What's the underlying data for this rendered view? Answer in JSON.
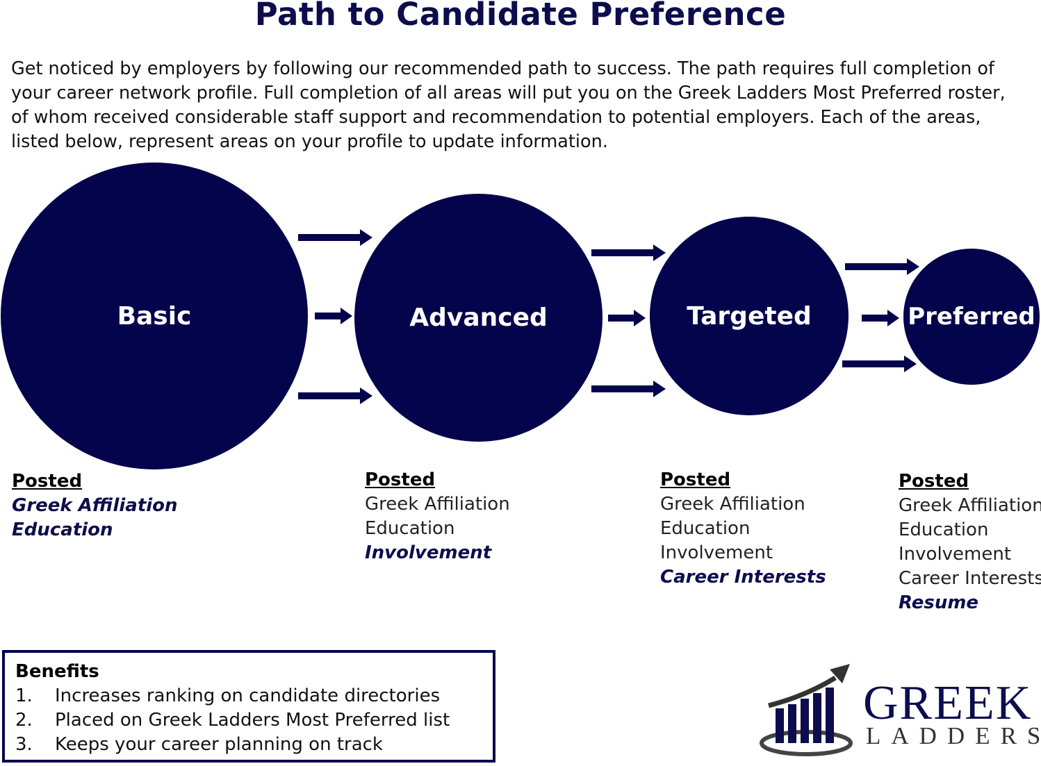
{
  "title": "Path to Candidate Preference",
  "intro": "Get noticed by employers by following our recommended path to success. The path requires full completion of your career network profile. Full completion of all areas will put you on the Greek Ladders Most Preferred roster, of whom received considerable staff support and recommendation to potential employers. Each of the areas, listed below, represent areas on your profile to update information.",
  "stages": [
    {
      "label": "Basic",
      "heading": "Posted",
      "items": [],
      "new_items": [
        "Greek Affiliation",
        "Education"
      ]
    },
    {
      "label": "Advanced",
      "heading": "Posted",
      "items": [
        "Greek Affiliation",
        "Education"
      ],
      "new_items": [
        "Involvement"
      ]
    },
    {
      "label": "Targeted",
      "heading": "Posted",
      "items": [
        "Greek Affiliation",
        "Education",
        "Involvement"
      ],
      "new_items": [
        "Career Interests"
      ]
    },
    {
      "label": "Preferred",
      "heading": "Posted",
      "items": [
        "Greek Affiliation",
        "Education",
        "Involvement",
        "Career Interests"
      ],
      "new_items": [
        "Resume"
      ]
    }
  ],
  "benefits": {
    "heading": "Benefits",
    "items": [
      {
        "num": "1.",
        "text": "Increases ranking on candidate directories"
      },
      {
        "num": "2.",
        "text": "Placed on Greek Ladders Most Preferred list"
      },
      {
        "num": "3.",
        "text": "Keeps your career planning on track"
      }
    ]
  },
  "logo": {
    "line1": "GREEK",
    "line2": "LADDERS"
  },
  "colors": {
    "navy": "#03044b",
    "text_navy": "#0d0d4d"
  }
}
